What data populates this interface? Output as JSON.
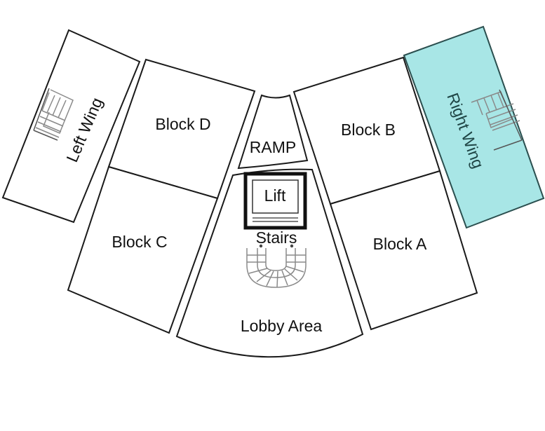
{
  "rooms": {
    "left_wing": {
      "label": "Left Wing"
    },
    "block_d": {
      "label": "Block D"
    },
    "block_c": {
      "label": "Block C"
    },
    "ramp": {
      "label": "RAMP"
    },
    "lift": {
      "label": "Lift"
    },
    "stairs": {
      "label": "Stairs"
    },
    "lobby": {
      "label": "Lobby Area"
    },
    "block_b": {
      "label": "Block B"
    },
    "block_a": {
      "label": "Block A"
    },
    "right_wing": {
      "label": "Right Wing",
      "highlighted": true
    }
  },
  "colors": {
    "highlight_fill": "#a8e6e6",
    "highlight_stroke": "#2b4f4f",
    "highlight_text": "#1f4545",
    "outline": "#1a1a1a",
    "stairs_gray": "#8a8a8a"
  }
}
